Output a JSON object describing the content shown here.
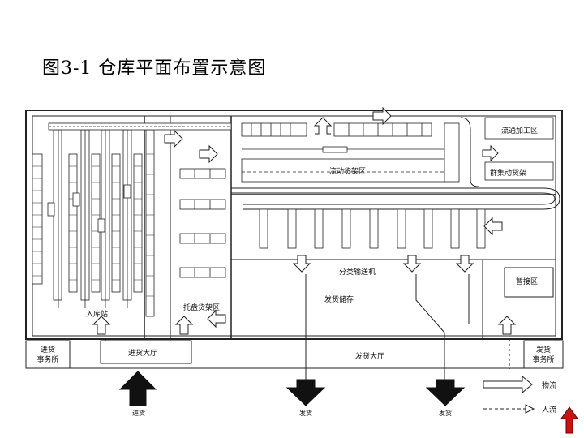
{
  "slide": {
    "title": "图3-1  仓库平面布置示意图"
  },
  "plan": {
    "labels": {
      "flow_process": "流通加工区",
      "flow_rack": "流动货架区",
      "cluster_rack": "群集动货架",
      "sort_conveyor": "分类输送机",
      "staging": "暂接区",
      "shipping_store": "发货储存",
      "inbound_station": "入库站",
      "pallet_rack": "托盘货架区",
      "inbound_office": "进货\n事务所",
      "inbound_hall": "进货大厅",
      "outbound_hall": "发货大厅",
      "outbound_office": "发货\n事务所",
      "inbound": "进货",
      "outbound_1": "发货",
      "outbound_2": "发货",
      "legend_flow": "物流",
      "legend_people": "人流"
    }
  },
  "colors": {
    "line": "#222222",
    "nav_arrow": "#cc1111"
  },
  "icons": {
    "nav": "up-arrow-icon"
  }
}
